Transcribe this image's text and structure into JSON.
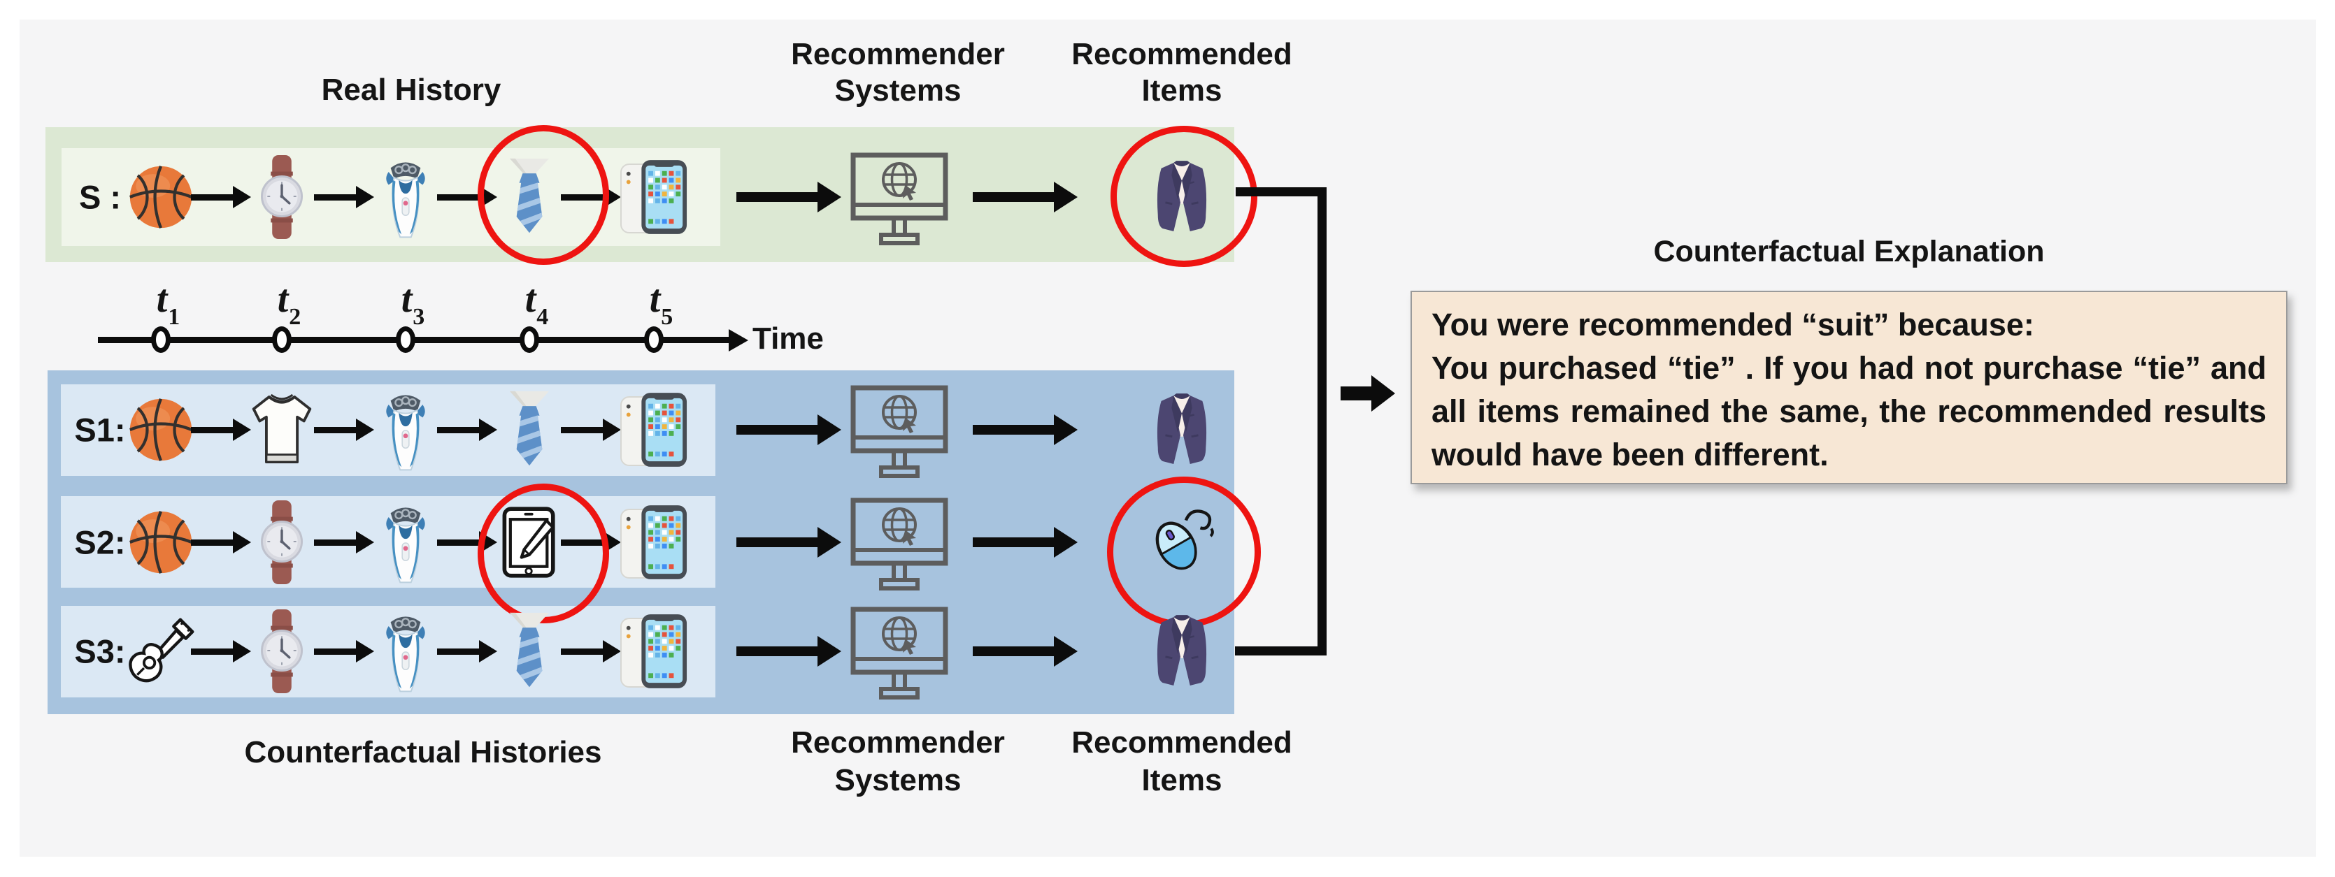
{
  "colors": {
    "green_panel": "#dce8d3",
    "green_strip": "#f0f5ea",
    "blue_panel": "#a7c3de",
    "blue_strip": "#dbe8f4",
    "red_circle": "#ee1411",
    "ink": "#0c0c0c",
    "explanation_bg": "#f7e7d5",
    "suit_purple": "#4c4671",
    "basketball_orange": "#e8793a"
  },
  "top_labels": {
    "real_history": "Real History",
    "recommender_systems": "Recommender Systems",
    "recommended_items": "Recommended Items"
  },
  "bottom_labels": {
    "counterfactual_histories": "Counterfactual Histories",
    "recommender_systems": "Recommender Systems",
    "recommended_items": "Recommended Items"
  },
  "timeline": {
    "ticks": [
      {
        "base": "t",
        "sub": "1"
      },
      {
        "base": "t",
        "sub": "2"
      },
      {
        "base": "t",
        "sub": "3"
      },
      {
        "base": "t",
        "sub": "4"
      },
      {
        "base": "t",
        "sub": "5"
      }
    ],
    "axis_label": "Time"
  },
  "rows": [
    {
      "label": "S :",
      "group": "real-history",
      "items": [
        {
          "icon": "basketball"
        },
        {
          "icon": "wrist-watch"
        },
        {
          "icon": "electric-shaver"
        },
        {
          "icon": "necktie",
          "circled": true
        },
        {
          "icon": "smartphone"
        }
      ],
      "system_icon": "recommender-monitor",
      "result": {
        "icon": "suit",
        "circled": true
      }
    },
    {
      "label": "S1:",
      "group": "counterfactual",
      "items": [
        {
          "icon": "basketball"
        },
        {
          "icon": "tshirt"
        },
        {
          "icon": "electric-shaver"
        },
        {
          "icon": "necktie"
        },
        {
          "icon": "smartphone"
        }
      ],
      "system_icon": "recommender-monitor",
      "result": {
        "icon": "suit"
      }
    },
    {
      "label": "S2:",
      "group": "counterfactual",
      "items": [
        {
          "icon": "basketball"
        },
        {
          "icon": "wrist-watch"
        },
        {
          "icon": "electric-shaver"
        },
        {
          "icon": "tablet-stylus",
          "circled": true
        },
        {
          "icon": "smartphone"
        }
      ],
      "system_icon": "recommender-monitor",
      "result": {
        "icon": "computer-mouse",
        "circled": true
      }
    },
    {
      "label": "S3:",
      "group": "counterfactual",
      "items": [
        {
          "icon": "guitar"
        },
        {
          "icon": "wrist-watch"
        },
        {
          "icon": "electric-shaver"
        },
        {
          "icon": "necktie"
        },
        {
          "icon": "smartphone"
        }
      ],
      "system_icon": "recommender-monitor",
      "result": {
        "icon": "suit"
      }
    }
  ],
  "explanation": {
    "title": "Counterfactual Explanation",
    "lines": [
      "You were recommended “suit” because:",
      "You purchased “tie” . If you had not purchase “tie” and all items remained the same, the recommended results would have been different."
    ]
  }
}
